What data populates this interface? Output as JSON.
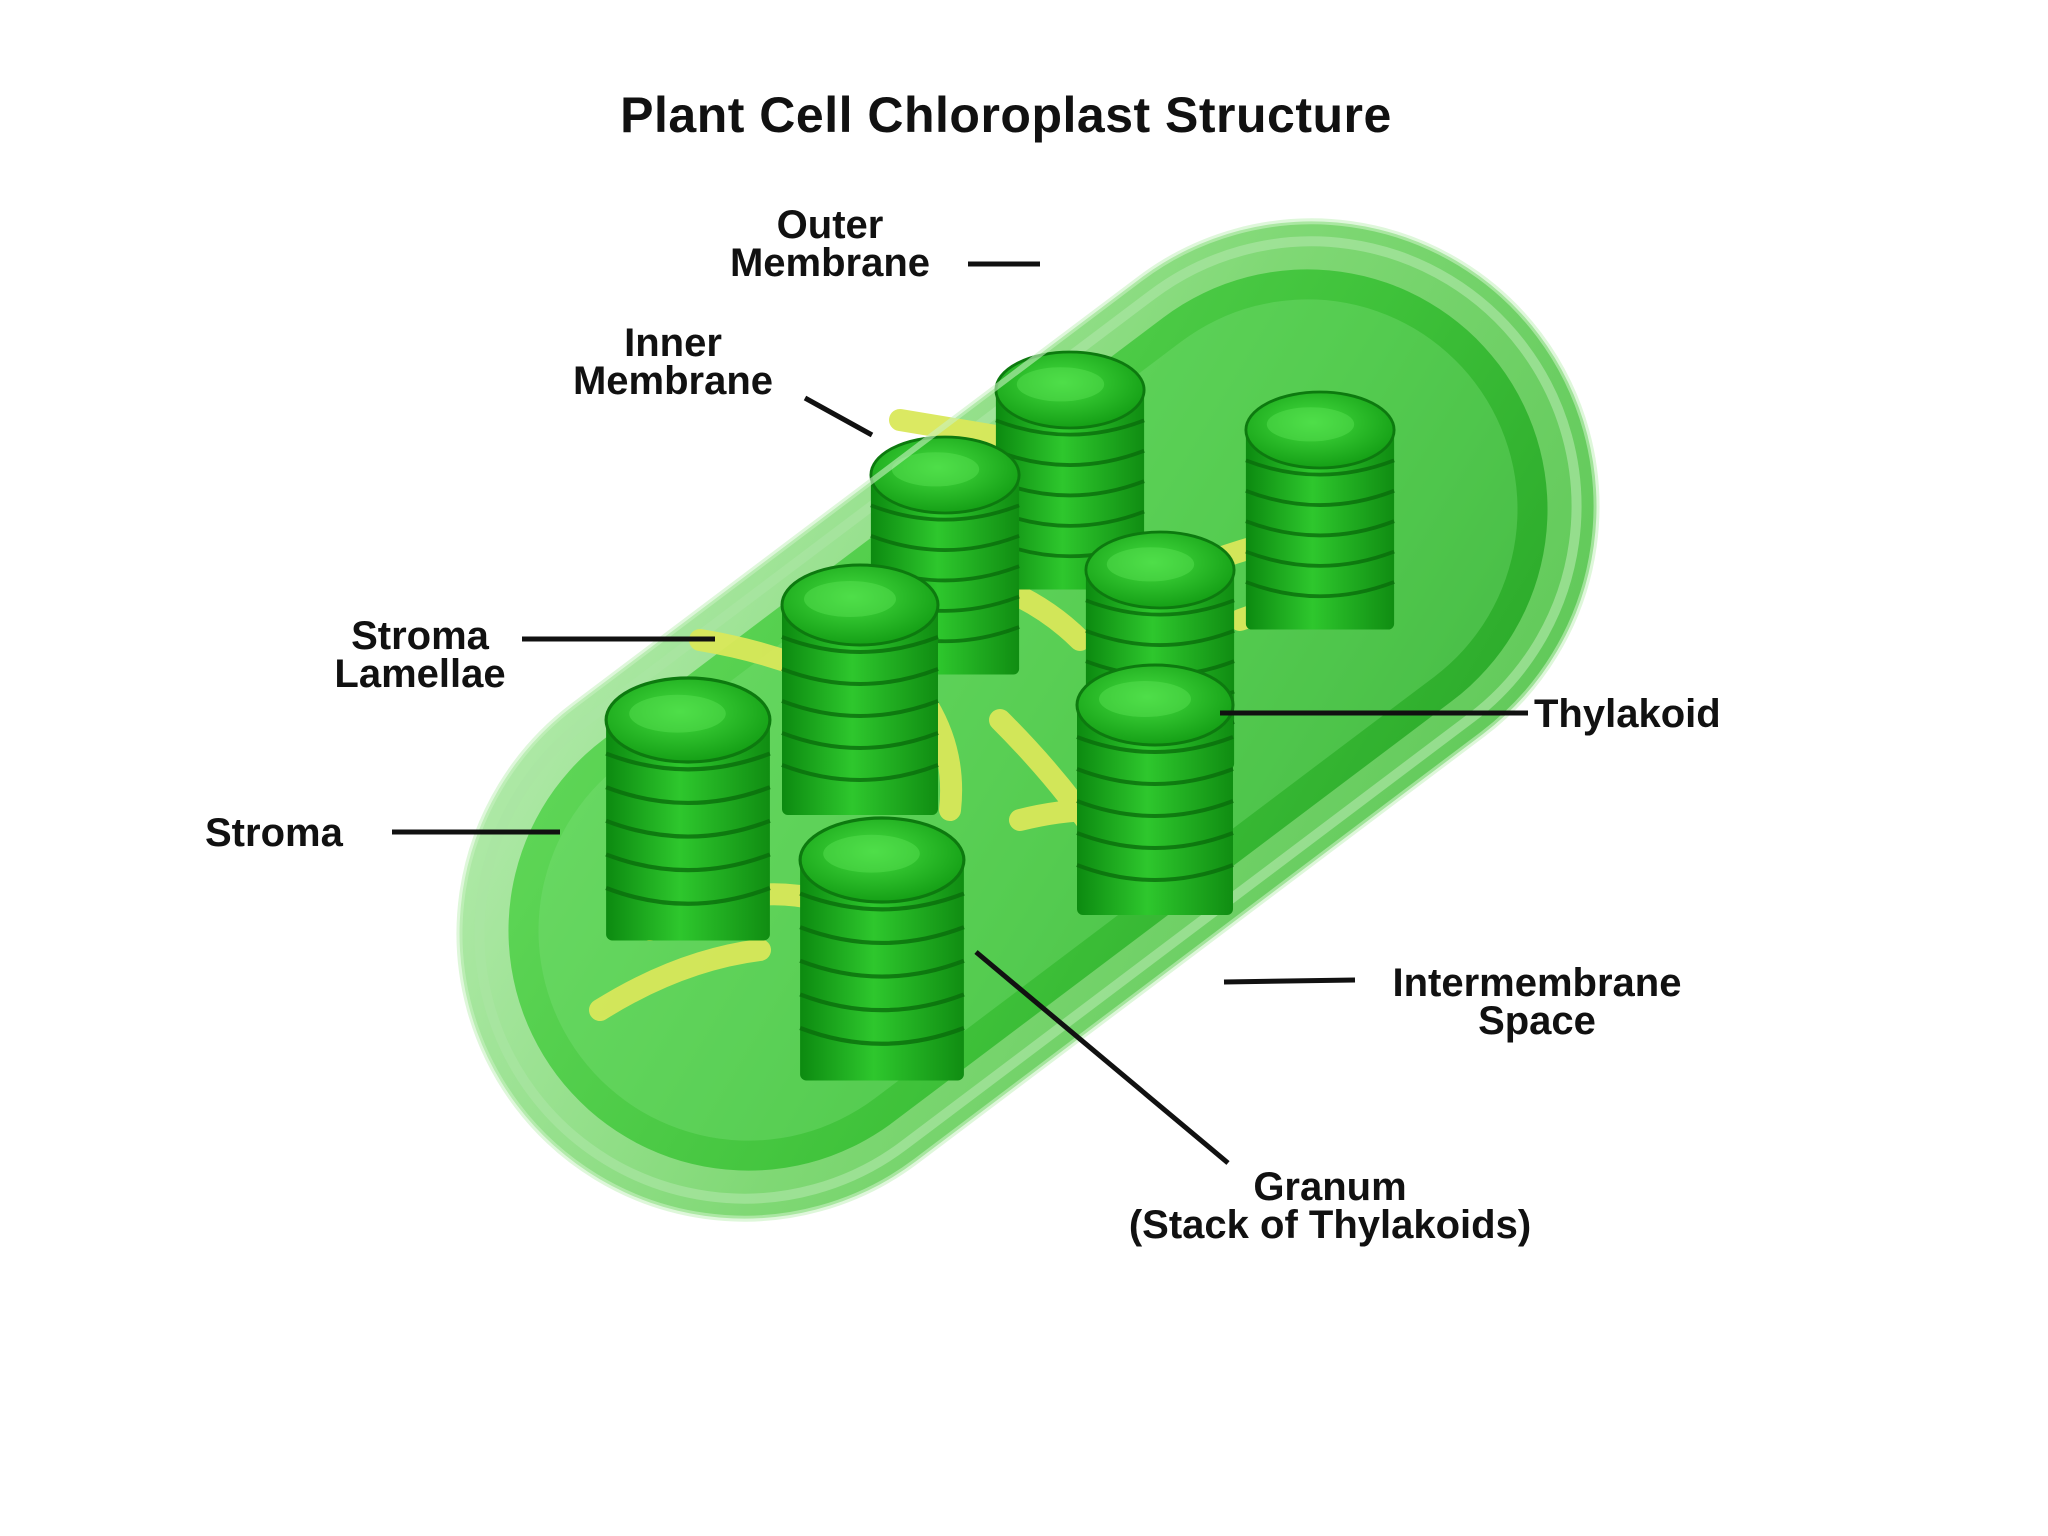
{
  "title": "Plant Cell Chloroplast Structure",
  "labels": {
    "outer_membrane": [
      "Outer",
      "Membrane"
    ],
    "inner_membrane": [
      "Inner",
      "Membrane"
    ],
    "stroma_lamellae": [
      "Stroma",
      "Lamellae"
    ],
    "stroma": "Stroma",
    "thylakoid": "Thylakoid",
    "intermembrane_space": [
      "Intermembrane",
      "Space"
    ],
    "granum": [
      "Granum",
      "(Stack of Thylakoids)"
    ]
  },
  "colors": {
    "background": "#ffffff",
    "outer_membrane": "#8fd98a",
    "chloroplast_body": "#3fc23a",
    "granum": "#1fae1f",
    "stroma_lamellae": "#d9e85a",
    "text": "#111111"
  }
}
